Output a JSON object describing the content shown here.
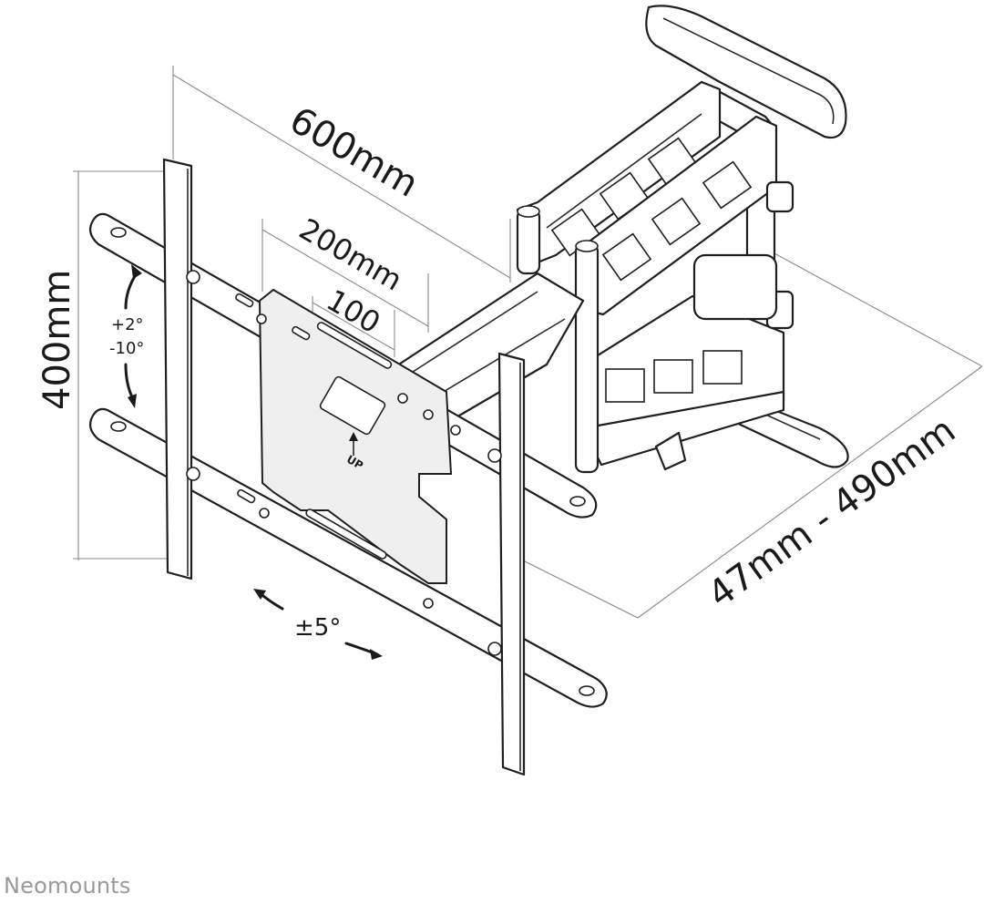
{
  "dimensions": {
    "width_max": "600mm",
    "width_mid": "200mm",
    "width_min": "100",
    "height_max": "400mm",
    "depth_range": "47mm - 490mm"
  },
  "tilt": {
    "up": "+2°",
    "down": "-10°"
  },
  "swivel": {
    "range": "±5°"
  },
  "plate_label": "UP",
  "brand": "Neomounts"
}
